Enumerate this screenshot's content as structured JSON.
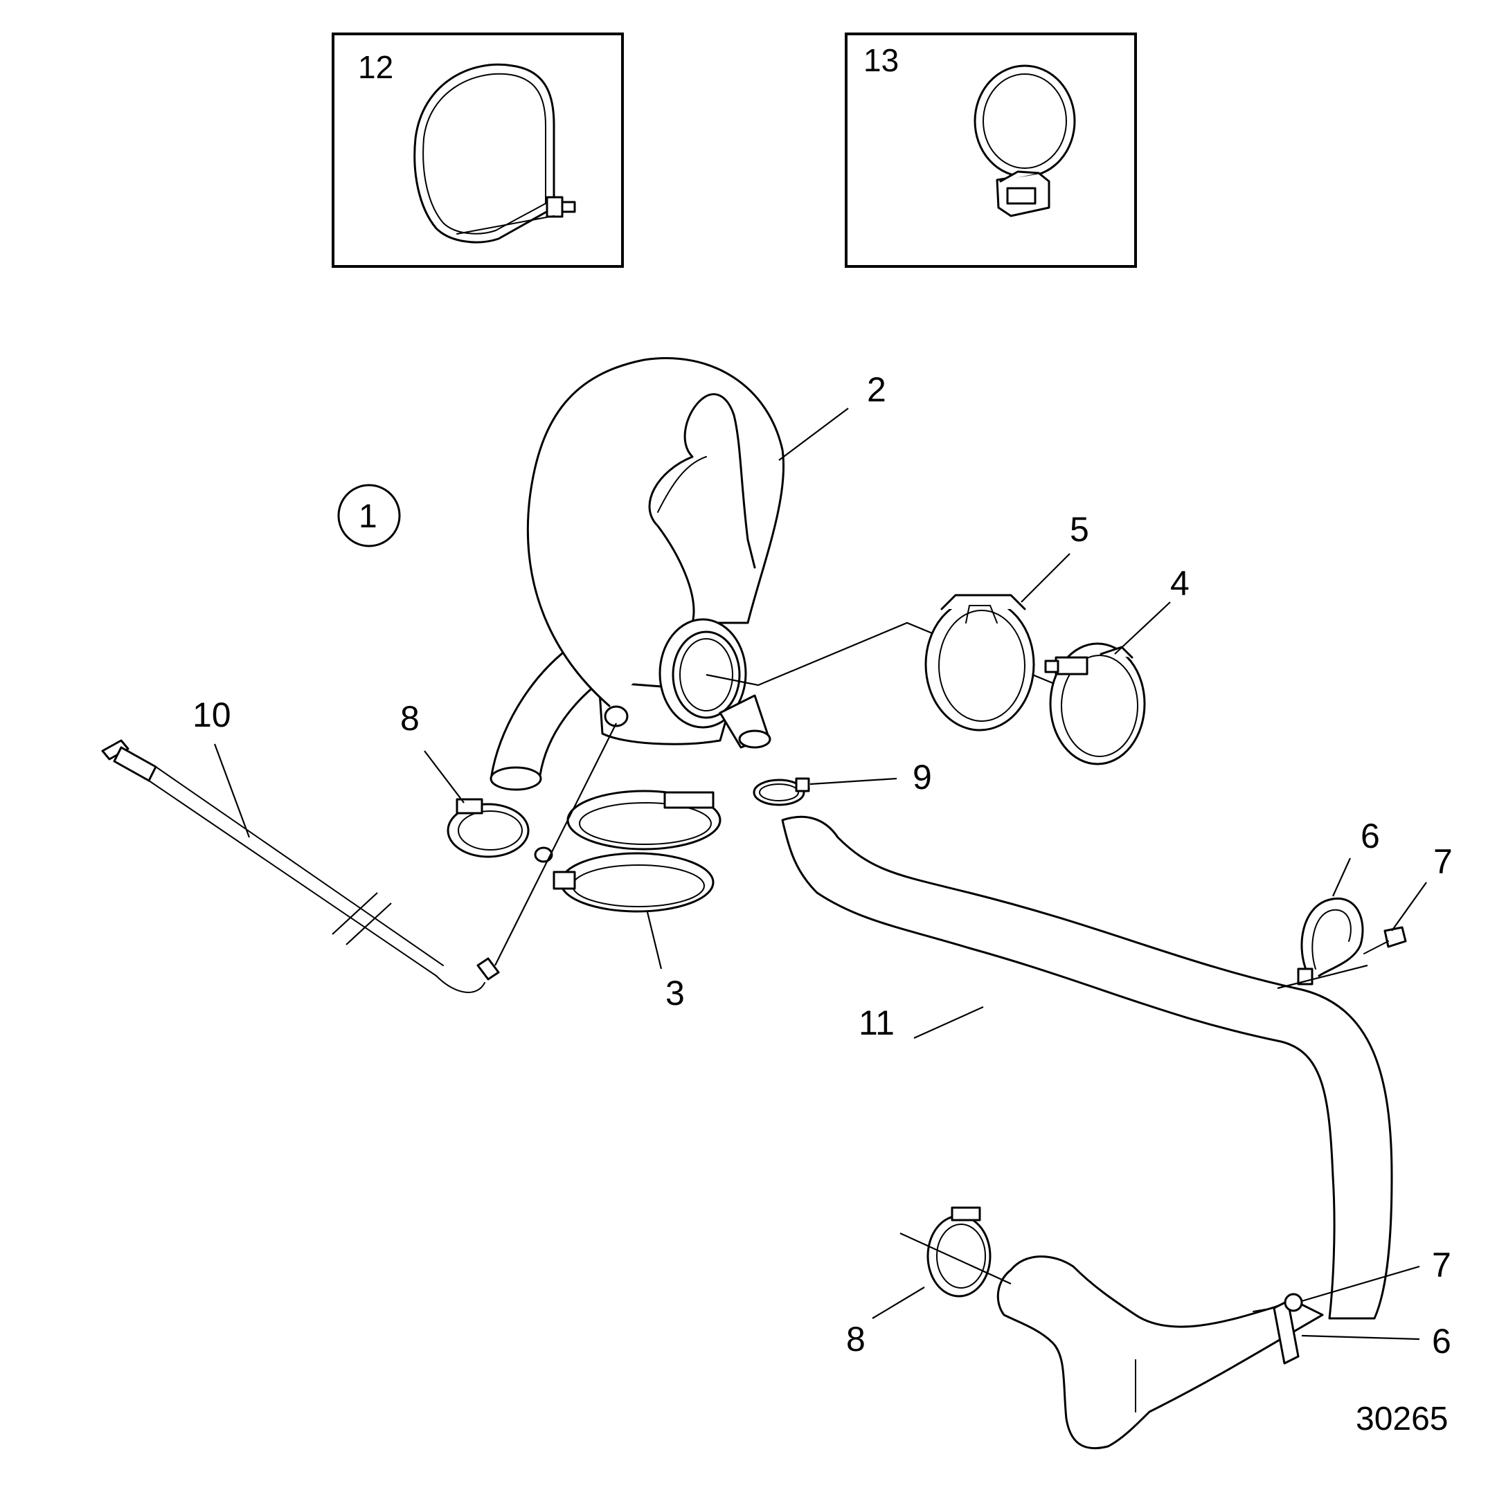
{
  "insets": [
    {
      "id": "inset-12",
      "label": "12"
    },
    {
      "id": "inset-13",
      "label": "13"
    }
  ],
  "circled_label": "1",
  "callouts": {
    "c2": "2",
    "c3": "3",
    "c4": "4",
    "c5": "5",
    "c6_top": "6",
    "c6_bottom": "6",
    "c7_top": "7",
    "c7_bottom": "7",
    "c8_left": "8",
    "c8_bottom": "8",
    "c9": "9",
    "c10": "10",
    "c11": "11"
  },
  "figure_number": "30265"
}
